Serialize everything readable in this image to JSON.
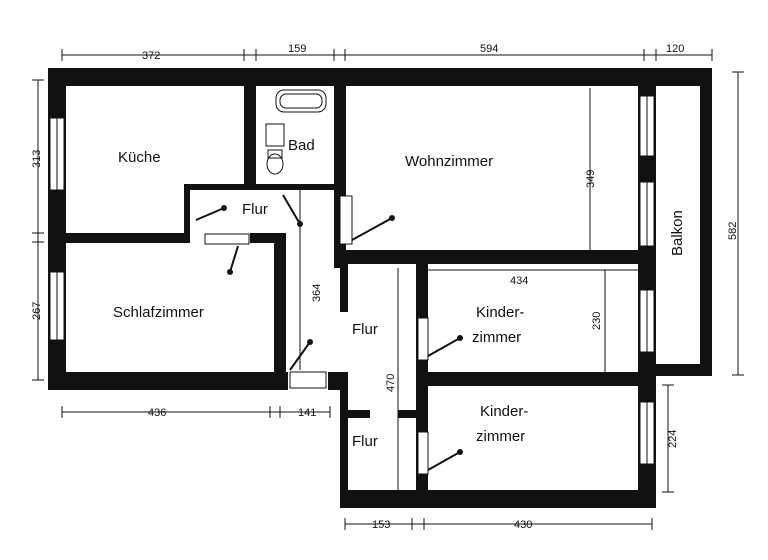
{
  "rooms": {
    "kueche": "Küche",
    "bad": "Bad",
    "wohnzimmer": "Wohnzimmer",
    "flur_top": "Flur",
    "schlafzimmer": "Schlafzimmer",
    "flur_mid": "Flur",
    "kinder1_line1": "Kinder-",
    "kinder1_line2": "zimmer",
    "kinder2_line1": "Kinder-",
    "kinder2_line2": "zimmer",
    "flur_bottom": "Flur",
    "balkon": "Balkon"
  },
  "dimensions": {
    "top_kueche": "372",
    "top_bad": "159",
    "top_wohnzimmer": "594",
    "top_balkon": "120",
    "left_kueche": "313",
    "left_schlaf": "267",
    "wohn_height": "349",
    "flur_length": "364",
    "kinder_width": "434",
    "kinder_height": "230",
    "balkon_height": "582",
    "flur_bottom_length": "470",
    "bottom_schlaf": "436",
    "bottom_flur": "141",
    "kinder2_height": "224",
    "bottom_flur2": "153",
    "bottom_kinder2": "430"
  }
}
